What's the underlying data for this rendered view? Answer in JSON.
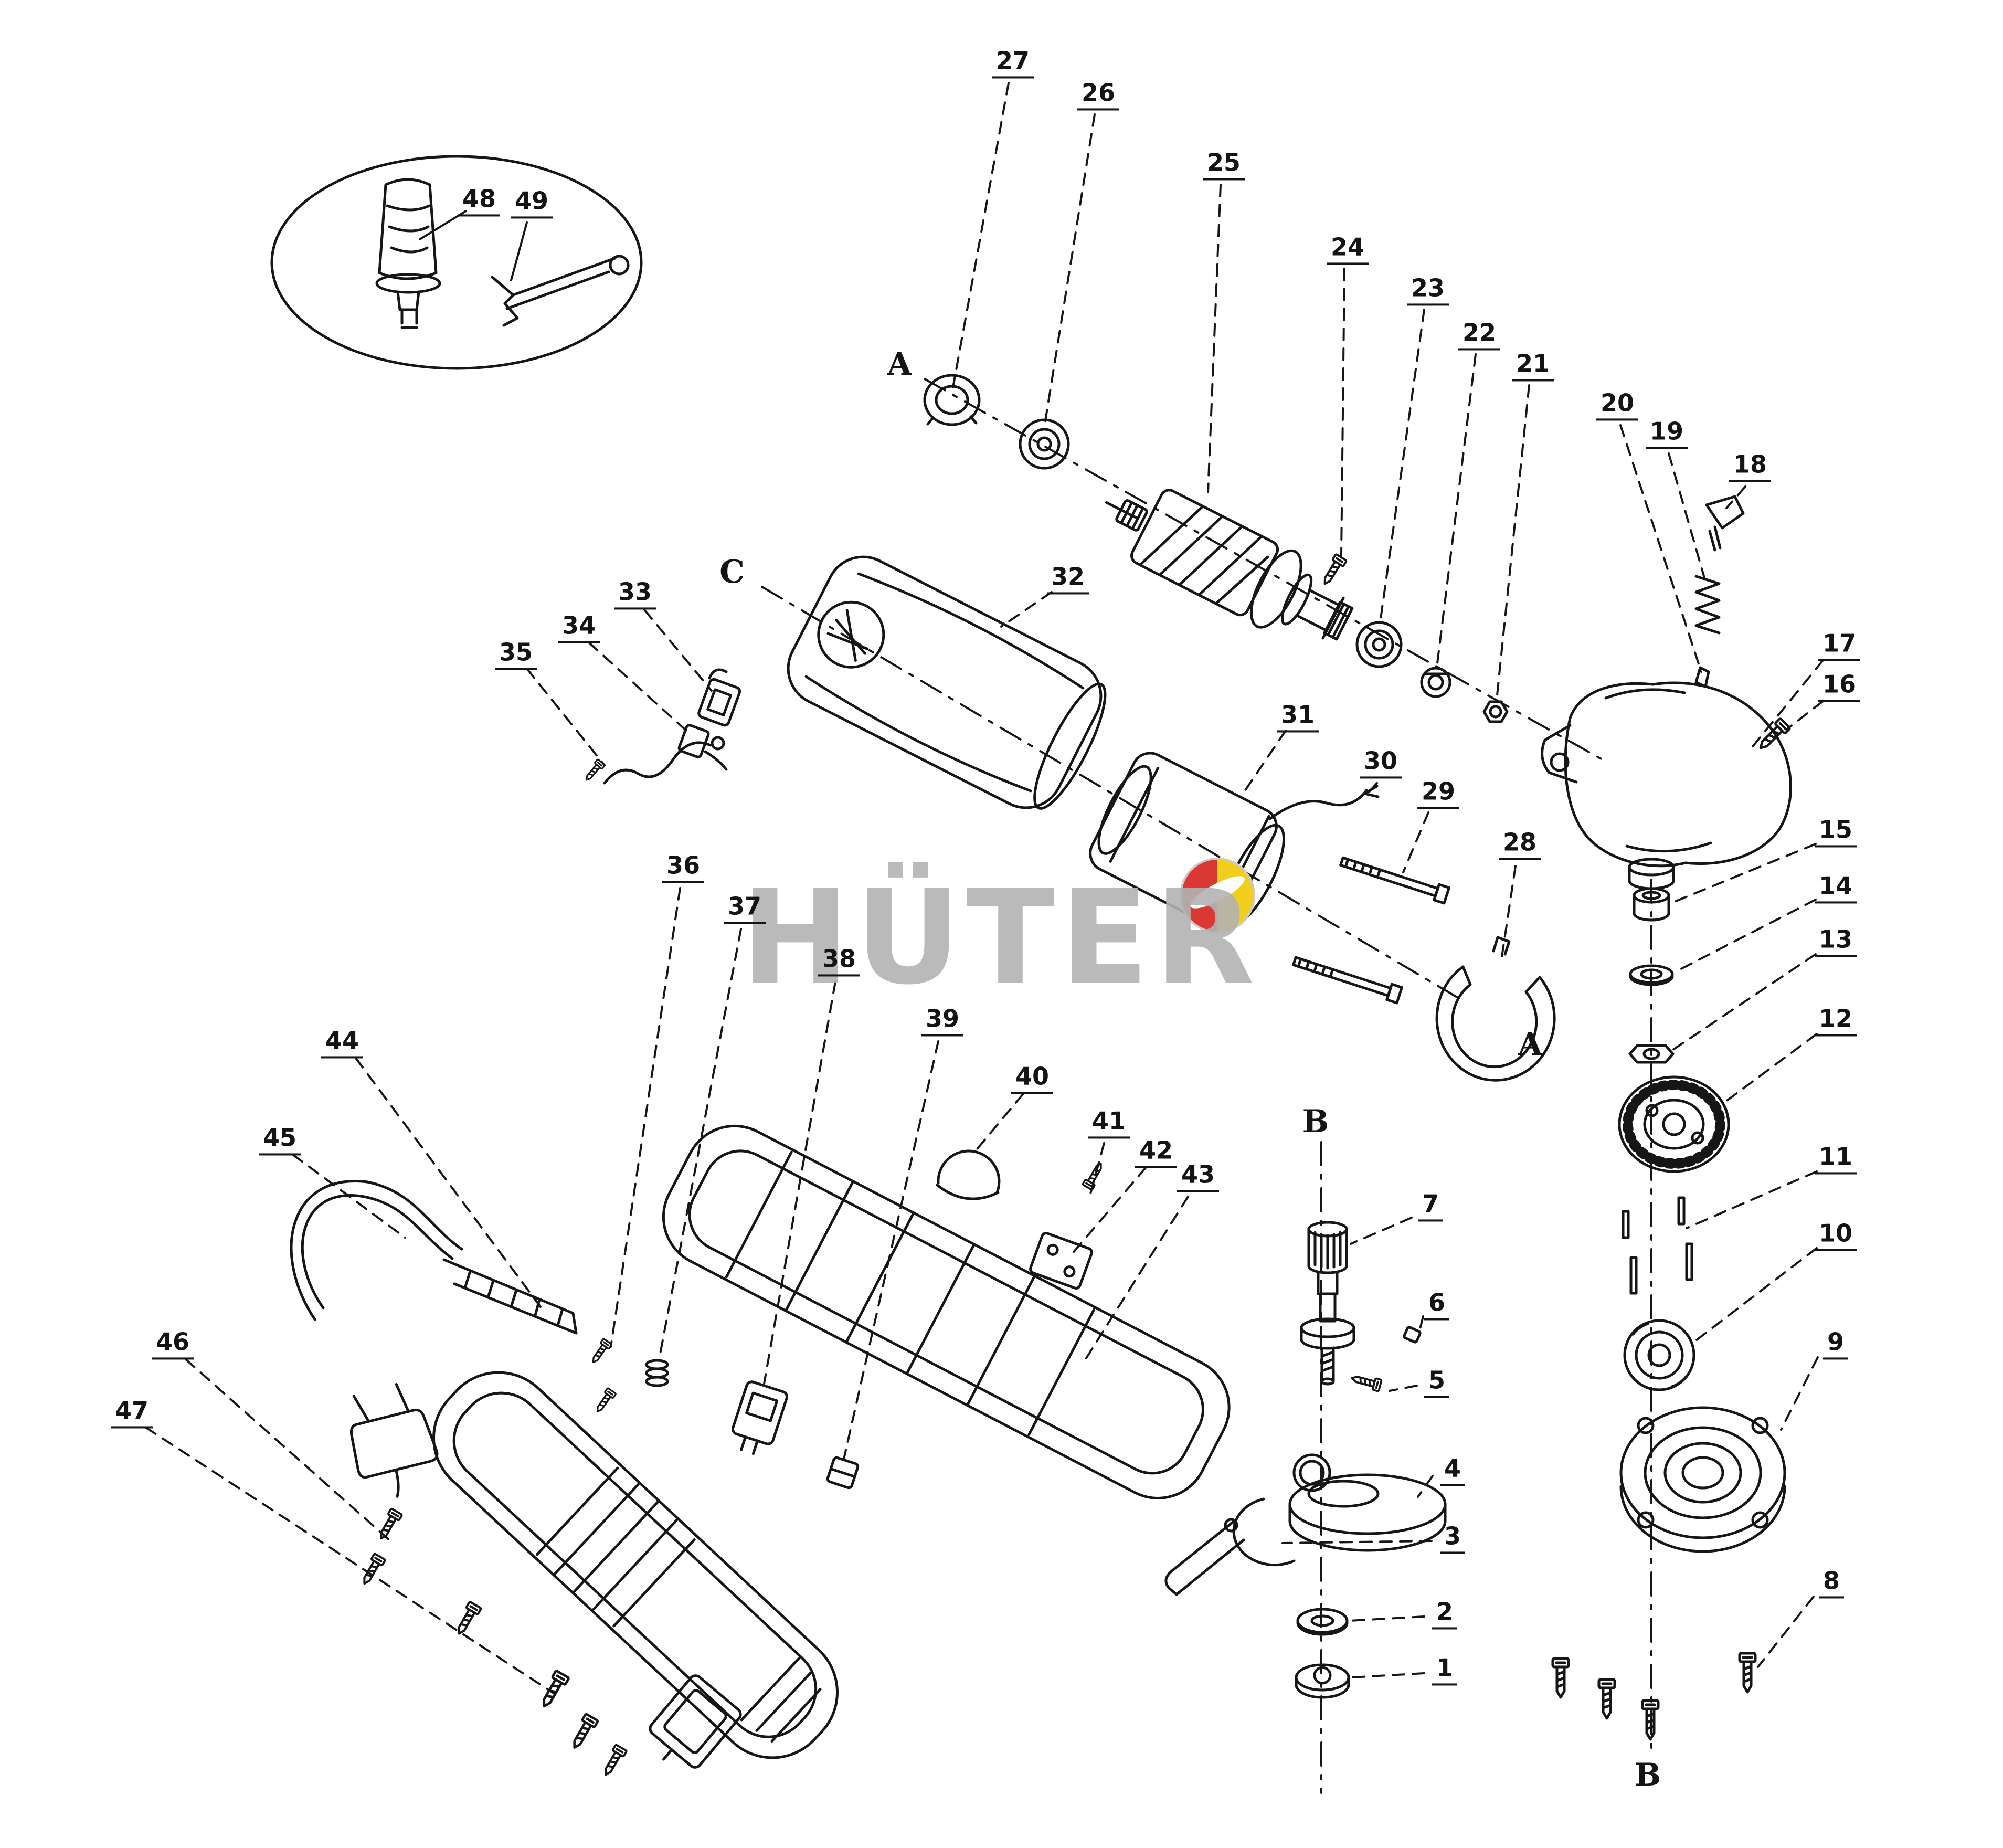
{
  "watermark": {
    "text": "HÜTER",
    "text_color": "#b3b3b3",
    "logo": {
      "red": "#da3832",
      "yellow": "#f2cf1f",
      "white": "#ffffff",
      "ring": "#c9c9c9"
    }
  },
  "section_markers": {
    "a_top": "A",
    "c_left": "C",
    "a_mid": "A",
    "b_top": "B",
    "b_bottom": "B"
  },
  "diagram": {
    "line_color": "#161616"
  },
  "part_labels": [
    {
      "num": "1"
    },
    {
      "num": "2"
    },
    {
      "num": "3"
    },
    {
      "num": "4"
    },
    {
      "num": "5"
    },
    {
      "num": "6"
    },
    {
      "num": "7"
    },
    {
      "num": "8"
    },
    {
      "num": "9"
    },
    {
      "num": "10"
    },
    {
      "num": "11"
    },
    {
      "num": "12"
    },
    {
      "num": "13"
    },
    {
      "num": "14"
    },
    {
      "num": "15"
    },
    {
      "num": "16"
    },
    {
      "num": "17"
    },
    {
      "num": "18"
    },
    {
      "num": "19"
    },
    {
      "num": "20"
    },
    {
      "num": "21"
    },
    {
      "num": "22"
    },
    {
      "num": "23"
    },
    {
      "num": "24"
    },
    {
      "num": "25"
    },
    {
      "num": "26"
    },
    {
      "num": "27"
    },
    {
      "num": "28"
    },
    {
      "num": "29"
    },
    {
      "num": "30"
    },
    {
      "num": "31"
    },
    {
      "num": "32"
    },
    {
      "num": "33"
    },
    {
      "num": "34"
    },
    {
      "num": "35"
    },
    {
      "num": "36"
    },
    {
      "num": "37"
    },
    {
      "num": "38"
    },
    {
      "num": "39"
    },
    {
      "num": "40"
    },
    {
      "num": "41"
    },
    {
      "num": "42"
    },
    {
      "num": "43"
    },
    {
      "num": "44"
    },
    {
      "num": "45"
    },
    {
      "num": "46"
    },
    {
      "num": "47"
    },
    {
      "num": "48"
    },
    {
      "num": "49"
    }
  ]
}
